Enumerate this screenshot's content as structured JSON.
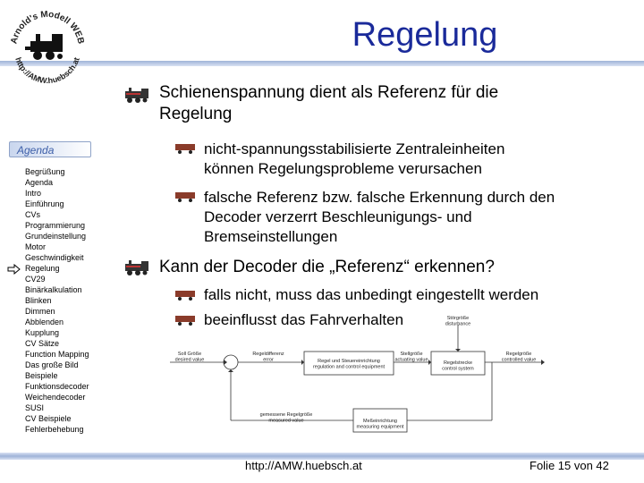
{
  "slide": {
    "title": "Regelung",
    "logo_text_top": "Arnold's Modell WEB",
    "logo_text_bottom": "http://AMW.huebsch.at"
  },
  "agenda": {
    "header": "Agenda",
    "items": [
      "Begrüßung",
      "Agenda",
      "Intro",
      "Einführung",
      "CVs",
      "Programmierung",
      "Grundeinstellung",
      "Motor",
      "Geschwindigkeit",
      "Regelung",
      "CV29",
      "Binärkalkulation",
      "Blinken",
      "Dimmen",
      "Abblenden",
      "Kupplung",
      "CV Sätze",
      "Function Mapping",
      "Das große Bild",
      "Beispiele",
      "Funktionsdecoder",
      "Weichendecoder",
      "SUSI",
      "CV Beispiele",
      "Fehlerbehebung"
    ],
    "current_index": 9
  },
  "bullets": {
    "b1_line1": "Schienenspannung dient als Referenz für die",
    "b1_line2": "Regelung",
    "b1_sub1_line1": "nicht-spannungsstabilisierte Zentraleinheiten",
    "b1_sub1_line2": "können Regelungsprobleme verursachen",
    "b1_sub2_line1": "falsche Referenz bzw. falsche Erkennung durch den",
    "b1_sub2_line2": "Decoder verzerrt Beschleunigungs- und",
    "b1_sub2_line3": "Bremseinstellungen",
    "b2_line1": "Kann der Decoder die „Referenz“ erkennen?",
    "b2_sub1": "falls nicht, muss das unbedingt eingestellt werden",
    "b2_sub2": "beeinflusst das Fahrverhalten"
  },
  "diagram": {
    "disturbance": "Störgröße\ndisturbance",
    "setpoint": "Soll Größe\ndesired value",
    "error": "Regeldifferenz\nerror",
    "controller": "Regel und Steuereinrichtung\nregulation and control equipment",
    "actuating": "Stellgröße\nactuating value",
    "plant": "Regelstrecke\ncontrol system",
    "controlled": "Regelgröße\ncontrolled value",
    "measured": "gemessene Regelgröße\nmeasured value",
    "feedback": "Meßeinrichtung\nmeasuring equipment"
  },
  "footer": {
    "url": "http://AMW.huebsch.at",
    "page": "Folie 15 von 42"
  },
  "colors": {
    "title": "#1a2a9a",
    "rule": "#9fb3d8"
  }
}
